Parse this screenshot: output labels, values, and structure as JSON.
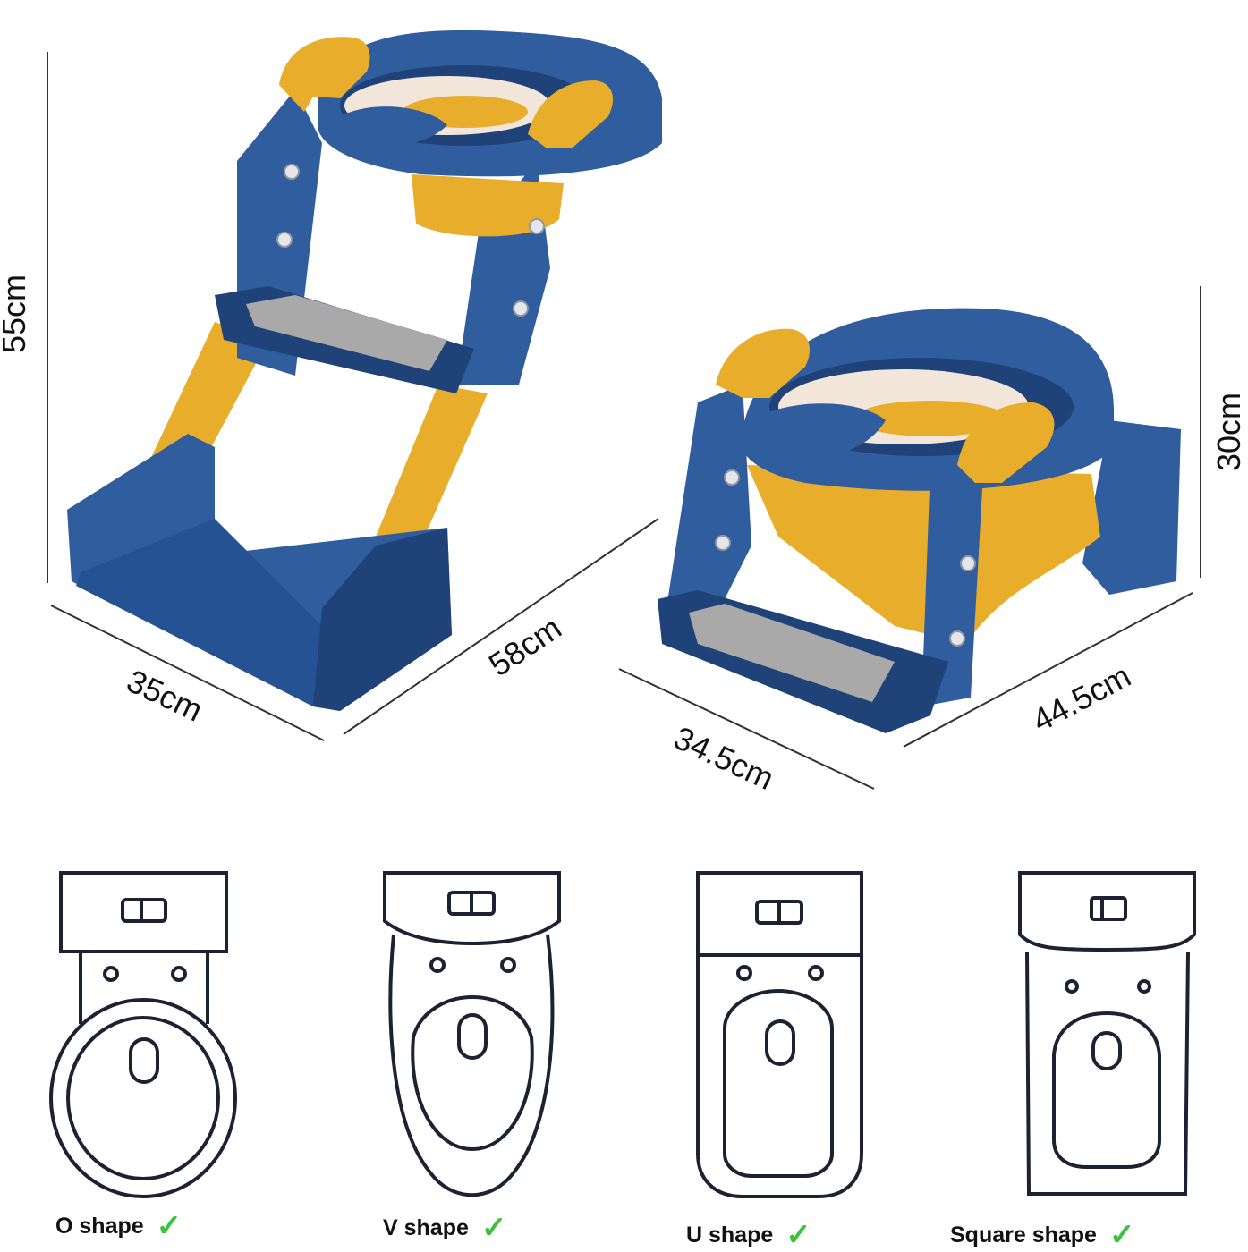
{
  "dimensions": {
    "ladder_height": "55cm",
    "ladder_width": "35cm",
    "ladder_depth": "58cm",
    "seat_height": "30cm",
    "seat_width": "34.5cm",
    "seat_depth": "44.5cm"
  },
  "toilet_shapes": [
    {
      "label": "O shape",
      "check": "✓"
    },
    {
      "label": "V shape",
      "check": "✓"
    },
    {
      "label": "U shape",
      "check": "✓"
    },
    {
      "label": "Square shape",
      "check": "✓"
    }
  ],
  "colors": {
    "product_blue": "#2f5d9e",
    "product_blue_dark": "#1f4278",
    "product_yellow": "#e9ad2c",
    "cushion_cream": "#f2e6da",
    "step_gray": "#a9a9a9",
    "outline": "#1d2233",
    "check_green": "#3cc13c"
  }
}
